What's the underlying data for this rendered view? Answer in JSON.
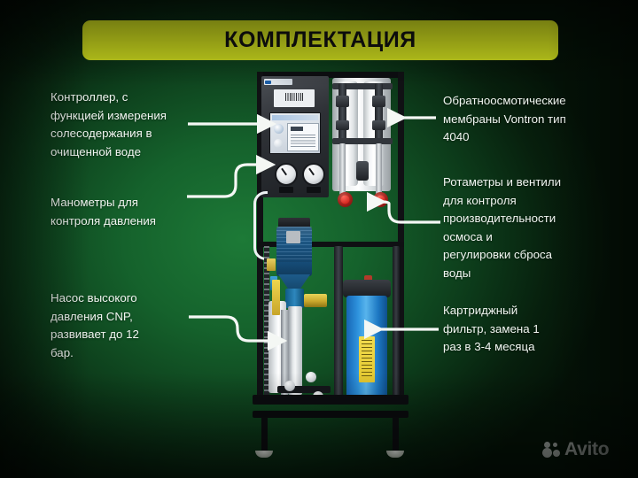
{
  "header": {
    "title": "КОМПЛЕКТАЦИЯ"
  },
  "callouts": {
    "left": [
      {
        "id": "controller",
        "text": "Контроллер, с\nфункцией измерения\nсолесодержания в\nочищенной воде"
      },
      {
        "id": "gauges",
        "text": "Манометры для\nконтроля давления"
      },
      {
        "id": "pump",
        "text": "Насос высокого\nдавления CNP,\nразвивает до 12\nбар."
      }
    ],
    "right": [
      {
        "id": "membranes",
        "text": "Обратноосмотические\nмембраны Vontron тип\n4040"
      },
      {
        "id": "rotameters",
        "text": "Ротаметры и вентили\nдля контроля\nпроизводительности\nосмоса и\nрегулировки сброса\nводы"
      },
      {
        "id": "cartridge",
        "text": "Картриджный\nфильтр, замена 1\nраз в 3-4 месяца"
      }
    ]
  },
  "watermark": {
    "brand": "Avito"
  },
  "colors": {
    "banner_background": "#cddb1e",
    "banner_text": "#111111",
    "background_center_green": "#1d7a37",
    "background_edge_green": "#041207",
    "callout_text": "#f2f6f2",
    "leader_line": "#f4f7f4",
    "valve_red": "#d1241c",
    "cartridge_blue": "#2e93dd",
    "cartridge_label_yellow": "#f2dc4e",
    "pump_blue": "#1f5f91"
  },
  "icons": {
    "watermark_dots": "avito-dots-icon"
  }
}
